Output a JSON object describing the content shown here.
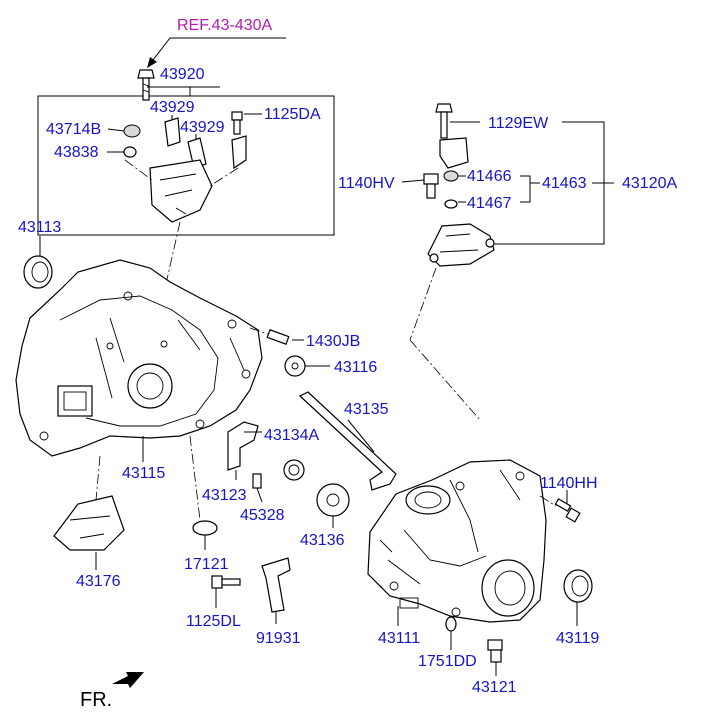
{
  "diagram": {
    "reference": "REF.43-430A",
    "orientation_label": "FR.",
    "parts": {
      "p43920": "43920",
      "p43929a": "43929",
      "p43929b": "43929",
      "p1125DA": "1125DA",
      "p43714B": "43714B",
      "p43838": "43838",
      "p1129EW": "1129EW",
      "p1140HV": "1140HV",
      "p41466": "41466",
      "p41463": "41463",
      "p43120A": "43120A",
      "p41467": "41467",
      "p43113": "43113",
      "p1430JB": "1430JB",
      "p43116": "43116",
      "p43135": "43135",
      "p43134A": "43134A",
      "p43115": "43115",
      "p43123": "43123",
      "p1140HH": "1140HH",
      "p45328": "45328",
      "p43136": "43136",
      "p17121": "17121",
      "p43176": "43176",
      "p1125DL": "1125DL",
      "p91931": "91931",
      "p43111": "43111",
      "p43119": "43119",
      "p1751DD": "1751DD",
      "p43121": "43121"
    }
  }
}
